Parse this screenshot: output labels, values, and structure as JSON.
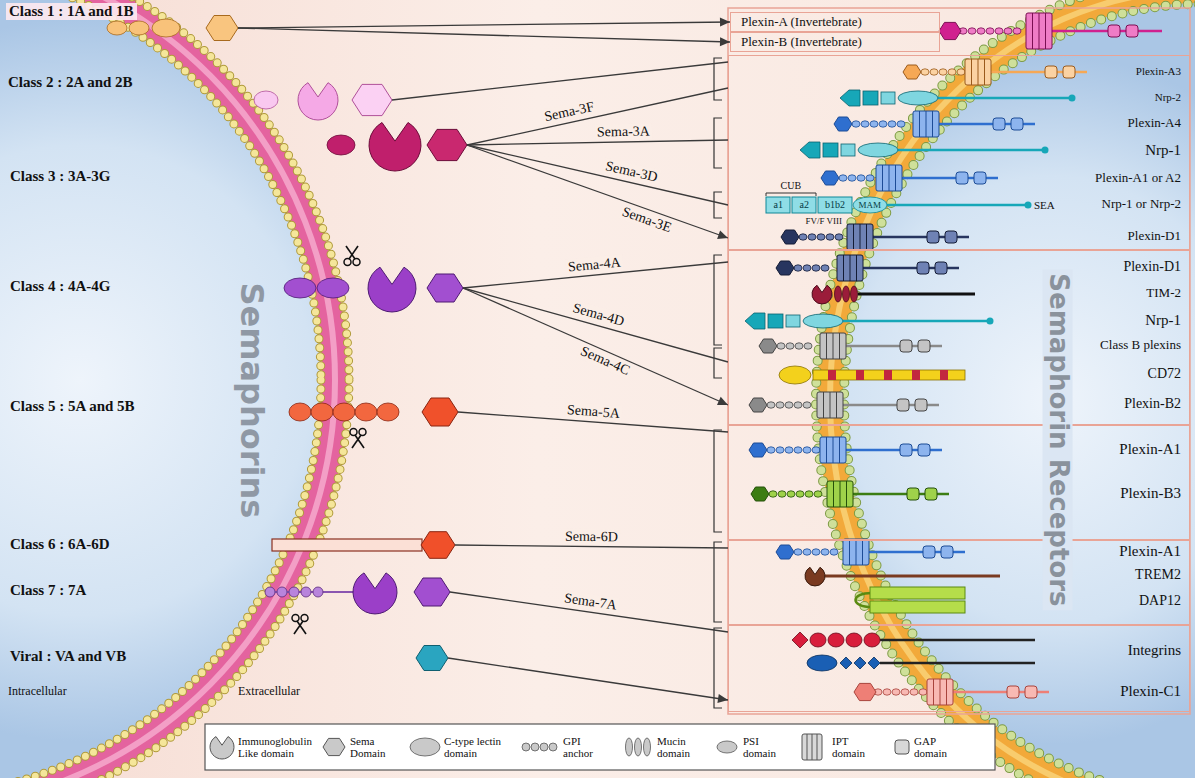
{
  "diagram": {
    "nodes": [
      {
        "text": [
          "Class 1 : 1A and 1B"
        ]
      },
      {
        "text": [
          "Class 2 : 2A and 2B"
        ]
      },
      {
        "text": [
          "Class 3 : 3A-3G"
        ]
      },
      {
        "text": [
          "Class 4 : 4A-4G"
        ]
      },
      {
        "text": [
          "Class 5 : 5A and 5B"
        ]
      },
      {
        "text": [
          "Class 6 : 6A-6D"
        ]
      },
      {
        "text": [
          "Class 7 : 7A"
        ]
      },
      {
        "text": [
          "Viral : VA and VB"
        ]
      },
      {
        "text": [
          "Plexin-A (Invertebrate)"
        ]
      },
      {
        "text": [
          "Plexin-B (Invertebrate)"
        ]
      },
      {
        "text": [
          "Plexin-A3",
          "Nrp-2",
          "Plexin-A4",
          "Nrp-1",
          "Plexin-A1 or A2",
          "Nrp-1 or Nrp-2",
          "Plexin-D1"
        ]
      },
      {
        "text": [
          "Plexin-D1",
          "TIM-2",
          "Nrp-1",
          "Class B plexins",
          "CD72",
          "Plexin-B2"
        ]
      },
      {
        "text": [
          "Plexin-A1",
          "Plexin-B3"
        ]
      },
      {
        "text": [
          "Plexin-A1",
          "TREM2",
          "DAP12"
        ]
      },
      {
        "text": [
          "Integrins",
          "Plexin-C1"
        ]
      }
    ],
    "edges": [
      {
        "from": 0,
        "to": 8,
        "arrow": "to"
      },
      {
        "from": 0,
        "to": 9,
        "arrow": "to"
      },
      {
        "from": 1,
        "to": 10,
        "arrow": "none"
      },
      {
        "from": 2,
        "to": 10,
        "label": "Sema-3F",
        "arrow": "none"
      },
      {
        "from": 2,
        "to": 10,
        "label": "Sema-3A",
        "arrow": "none"
      },
      {
        "from": 2,
        "to": 10,
        "label": "Sema-3D",
        "arrow": "none"
      },
      {
        "from": 2,
        "to": 10,
        "label": "Sema-3E",
        "arrow": "to"
      },
      {
        "from": 3,
        "to": 11,
        "label": "Sema-4A",
        "arrow": "none"
      },
      {
        "from": 3,
        "to": 11,
        "label": "Sema-4D",
        "arrow": "none"
      },
      {
        "from": 3,
        "to": 11,
        "label": "Sema-4C",
        "arrow": "to"
      },
      {
        "from": 4,
        "to": 12,
        "label": "Sema-5A",
        "arrow": "none"
      },
      {
        "from": 5,
        "to": 13,
        "label": "Sema-6D",
        "arrow": "none"
      },
      {
        "from": 6,
        "to": 14,
        "label": "Sema-7A",
        "arrow": "none"
      },
      {
        "from": 7,
        "to": 14,
        "arrow": "to"
      }
    ],
    "labels": [
      "Semaphorins",
      "Semaphorin Receptors",
      "Intracellular",
      "Extracellular",
      "CUB",
      "a1",
      "a2",
      "b1b2",
      "MAM",
      "FV/F VIII",
      "SEA"
    ],
    "legend": [
      {
        "text": "Immunoglobulin Like domain"
      },
      {
        "text": "Sema Domain"
      },
      {
        "text": "C-type lectin domain"
      },
      {
        "text": "GPI anchor"
      },
      {
        "text": "Mucin domain"
      },
      {
        "text": "PSI domain"
      },
      {
        "text": "IPT domain"
      },
      {
        "text": "GAP domain"
      }
    ]
  }
}
